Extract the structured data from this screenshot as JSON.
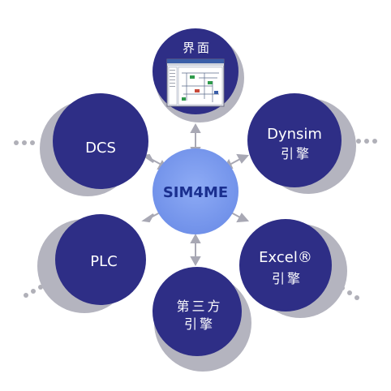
{
  "hub": {
    "label": "SIM4ME"
  },
  "nodes": {
    "interface": {
      "label": "界面"
    },
    "dynsim": {
      "line1": "Dynsim",
      "line2": "引擎"
    },
    "excel": {
      "line1": "Excel®",
      "line2": "引擎"
    },
    "third_party": {
      "line1": "第三方",
      "line2": "引擎"
    },
    "plc": {
      "label": "PLC"
    },
    "dcs": {
      "label": "DCS"
    }
  },
  "continuation_marker": "• • •",
  "colors": {
    "node_fill": "#2e2e86",
    "node_shadow": "#a9a9b5",
    "hub_fill": "#7b9bef",
    "hub_text": "#1a2f8f",
    "arrow": "#a8a8b4",
    "dots": "#b0b0b8"
  }
}
